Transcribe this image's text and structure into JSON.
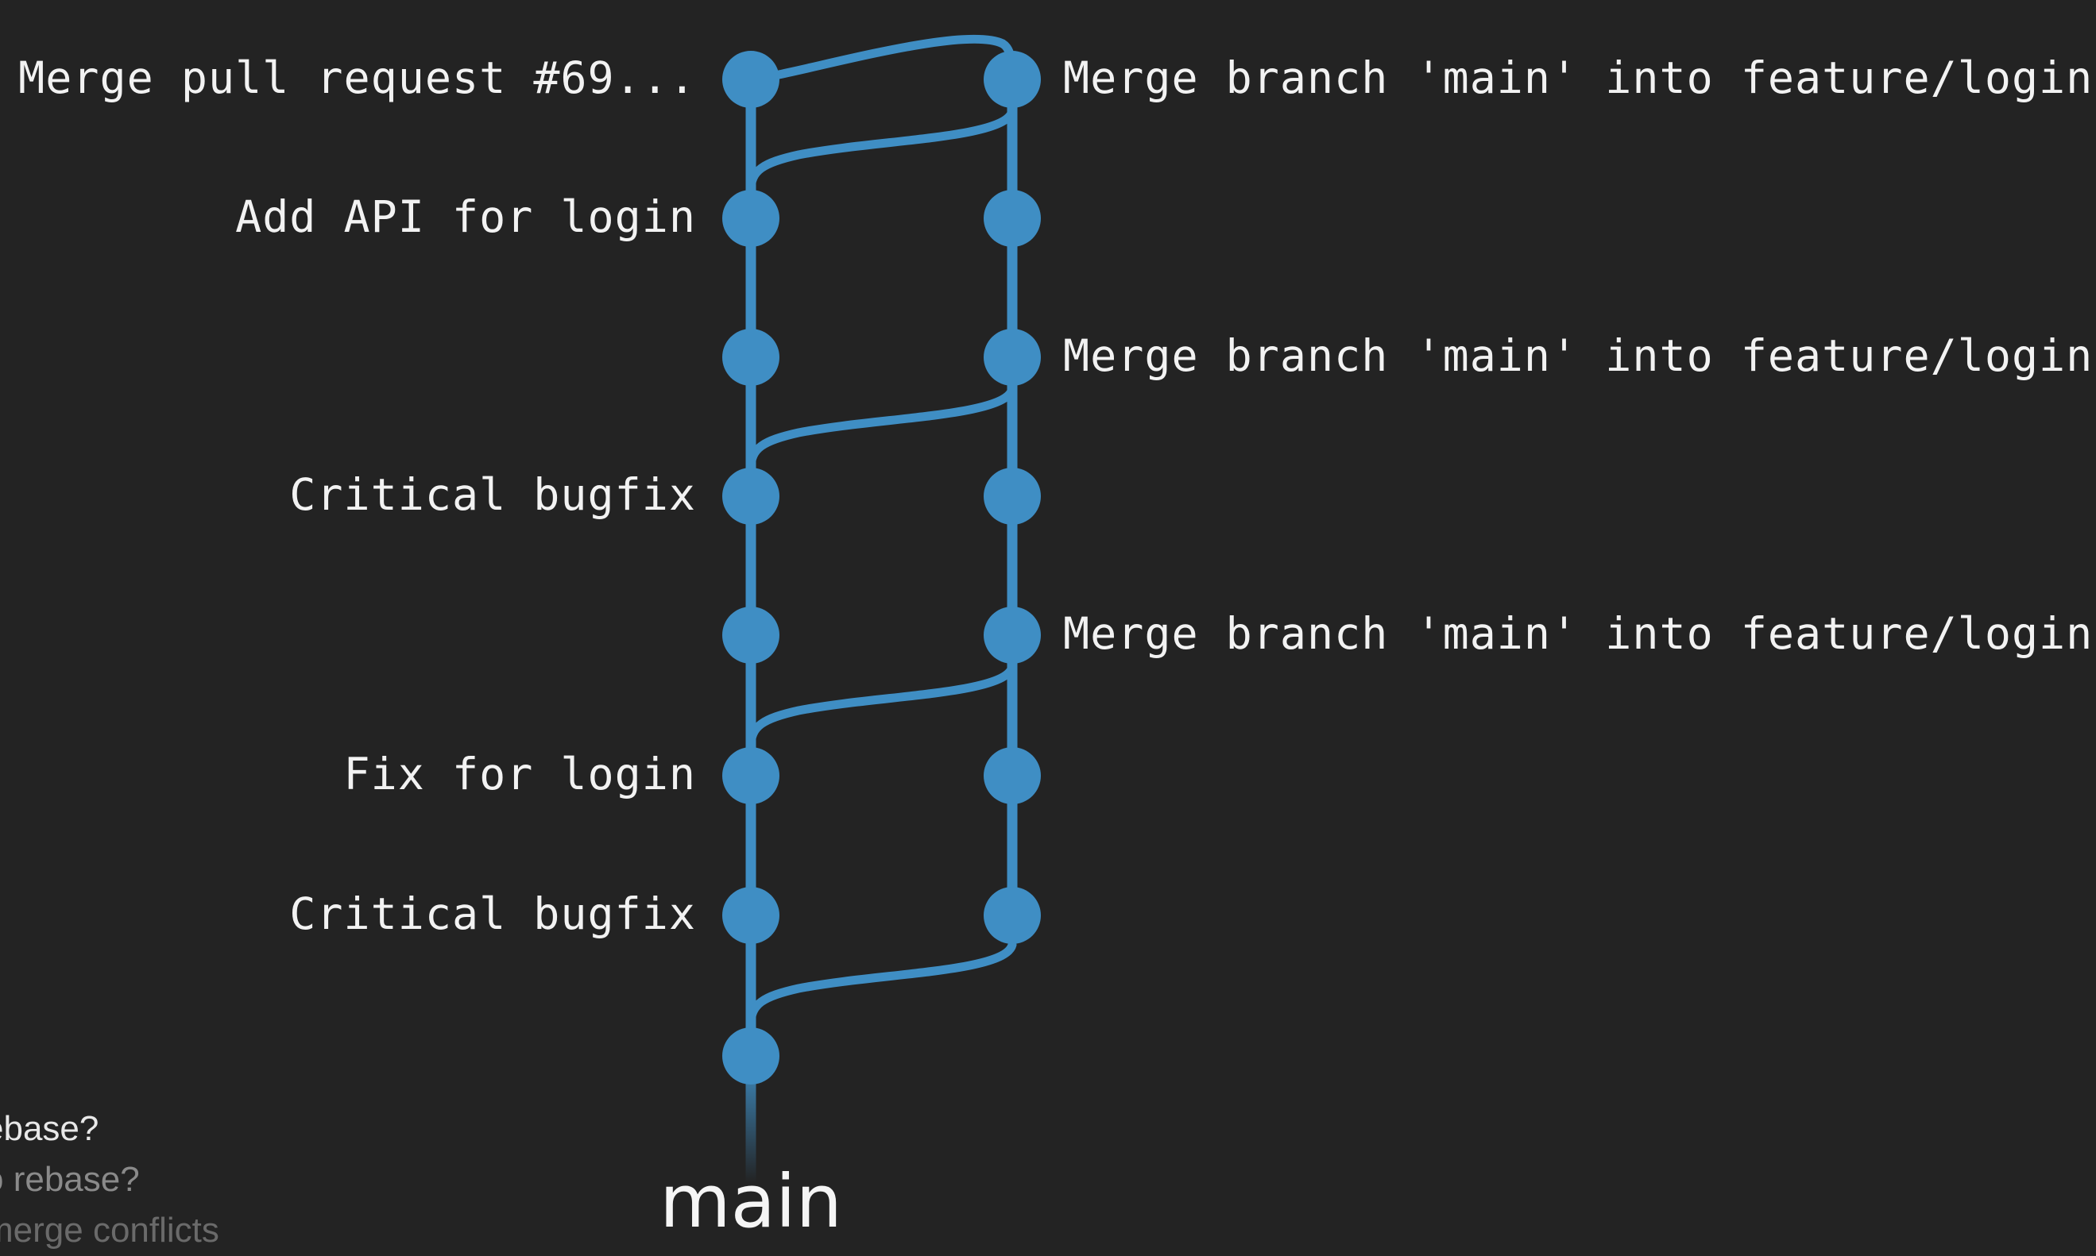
{
  "colors": {
    "background": "#232323",
    "graph": "#3f8ec4",
    "text": "#f2f2f2"
  },
  "branch": {
    "name": "main"
  },
  "commits": {
    "main": [
      "Merge pull request #69...",
      "Add API for login",
      "",
      "Critical bugfix",
      "",
      "Fix for login",
      "Critical bugfix",
      ""
    ],
    "feature": [
      "Merge branch 'main' into feature/login",
      "",
      "Merge branch 'main' into feature/login",
      "",
      "Merge branch 'main' into feature/login",
      "",
      ""
    ]
  },
  "side_menu": {
    "items": [
      "ebase?",
      "o rebase?",
      " merge conflicts"
    ]
  }
}
